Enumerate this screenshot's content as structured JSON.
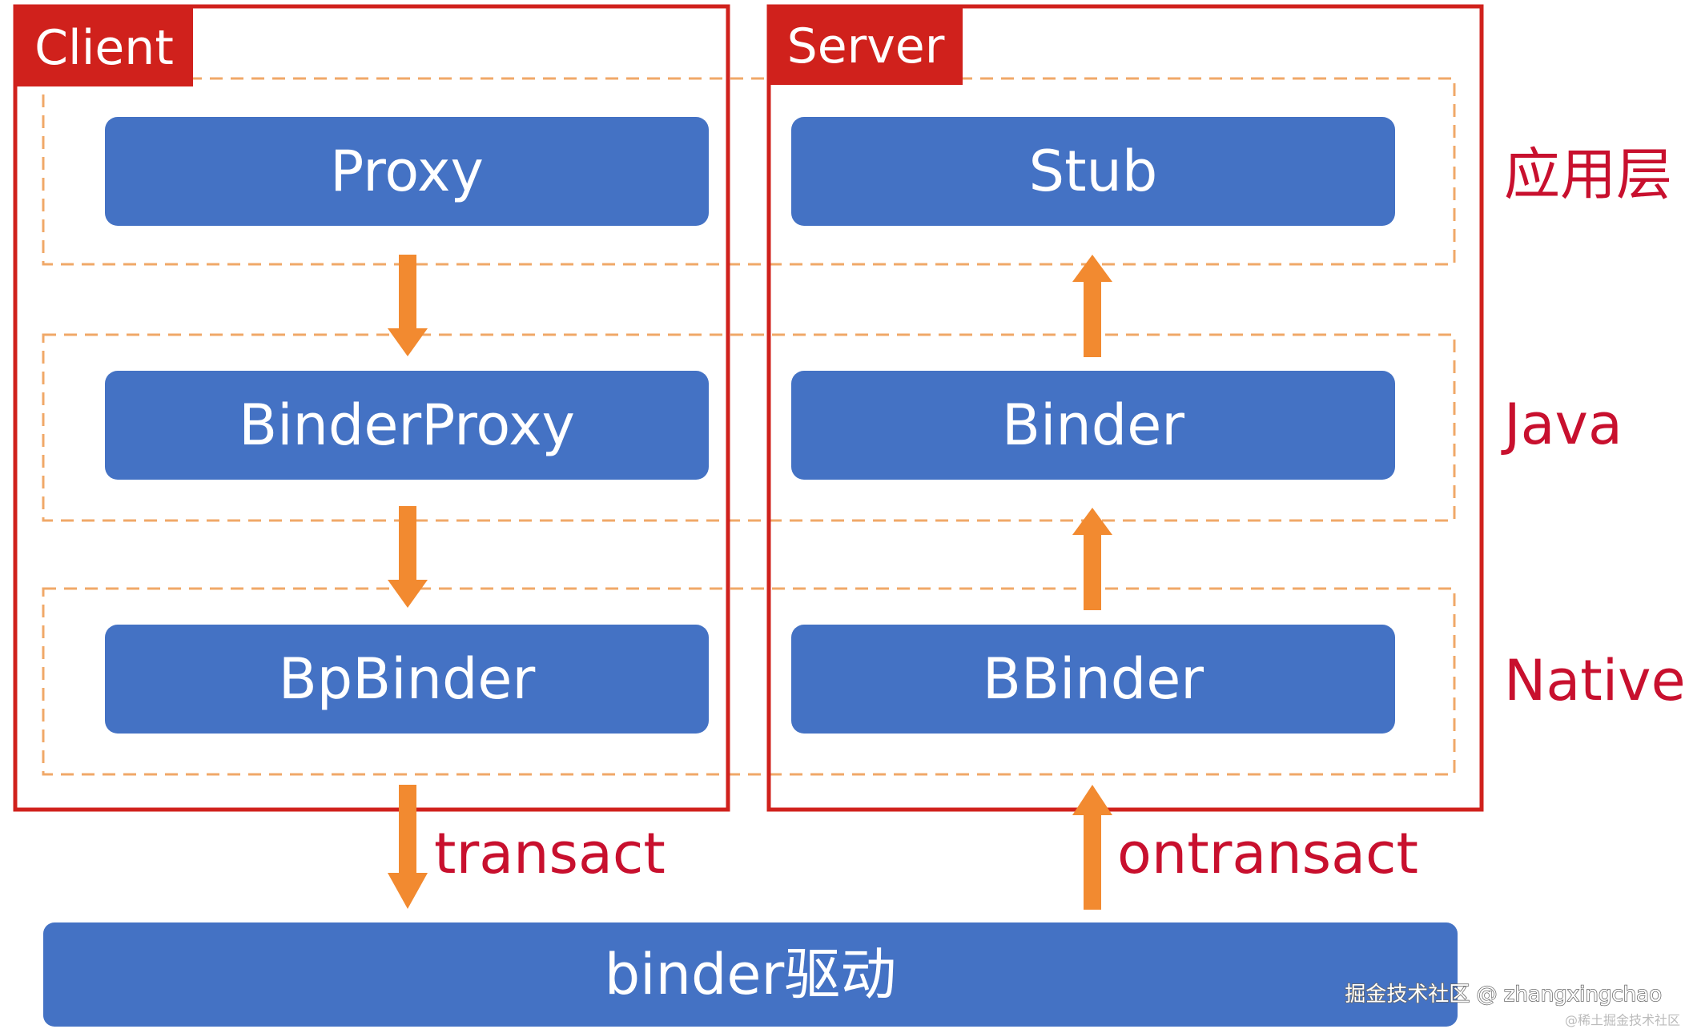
{
  "client": {
    "title": "Client",
    "proxy": "Proxy",
    "binder_proxy": "BinderProxy",
    "bp_binder": "BpBinder"
  },
  "server": {
    "title": "Server",
    "stub": "Stub",
    "binder": "Binder",
    "bbinder": "BBinder"
  },
  "layers": {
    "app": "应用层",
    "java": "Java",
    "native": "Native"
  },
  "calls": {
    "transact": "transact",
    "ontransact": "ontransact"
  },
  "driver": {
    "label": "binder驱动"
  },
  "watermark": {
    "main": "掘金技术社区 @ zhangxingchao",
    "small": "@稀土掘金技术社区"
  },
  "colors": {
    "box_fill": "#4472c4",
    "frame_red": "#d0211c",
    "label_red": "#c8102e",
    "arrow_orange": "#f28a30",
    "dash_orange": "#f0a868"
  }
}
